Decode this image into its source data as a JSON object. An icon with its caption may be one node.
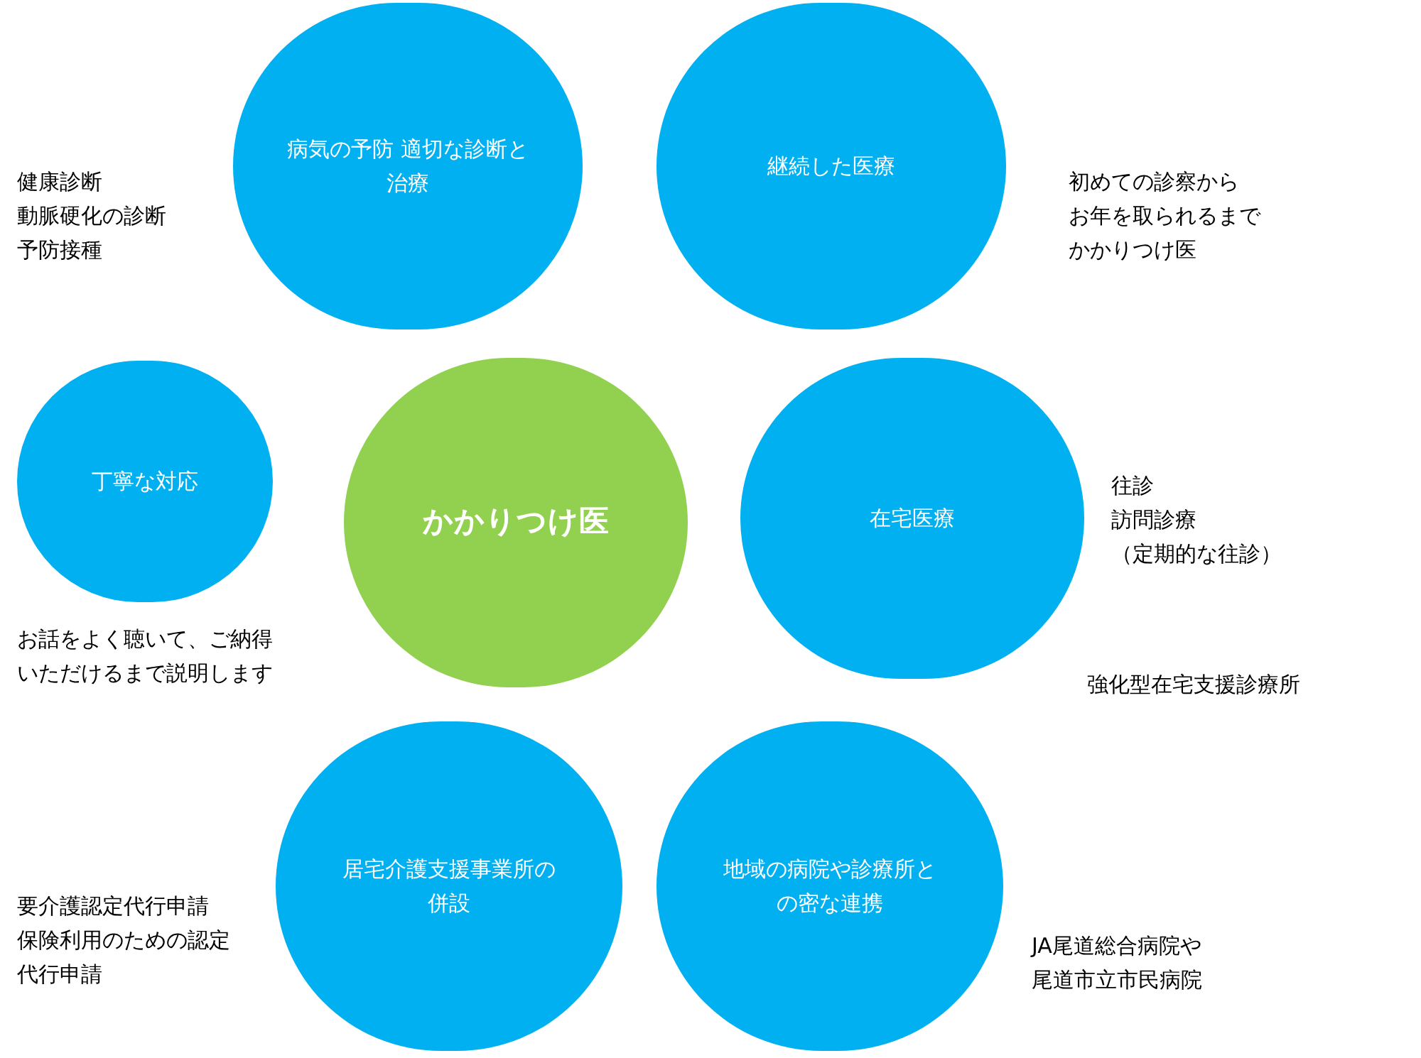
{
  "diagram": {
    "nodes": [
      {
        "text": [
          "かかりつけ医"
        ]
      },
      {
        "text": [
          "病気の予防 適切な診断と治療"
        ],
        "beside": [
          "健康診断",
          "動脈硬化の診断",
          "予防接種"
        ]
      },
      {
        "text": [
          "継続した医療"
        ],
        "beside": [
          "初めての診察から",
          "お年を取られるまで",
          "かかりつけ医"
        ]
      },
      {
        "text": [
          "丁寧な対応"
        ],
        "beside": [
          "お話をよく聴いて、ご納得いただけるまで説明します"
        ]
      },
      {
        "text": [
          "在宅医療"
        ],
        "beside": [
          "往診",
          "訪問診療",
          "（定期的な往診）",
          "強化型在宅支援診療所"
        ]
      },
      {
        "text": [
          "居宅介護支援事業所の併設"
        ],
        "beside": [
          "要介護認定代行申請",
          "保険利用のための認定代行申請"
        ]
      },
      {
        "text": [
          "地域の病院や診療所との密な連携"
        ],
        "beside": [
          "JA尾道総合病院や",
          "尾道市立市民病院"
        ]
      }
    ]
  }
}
